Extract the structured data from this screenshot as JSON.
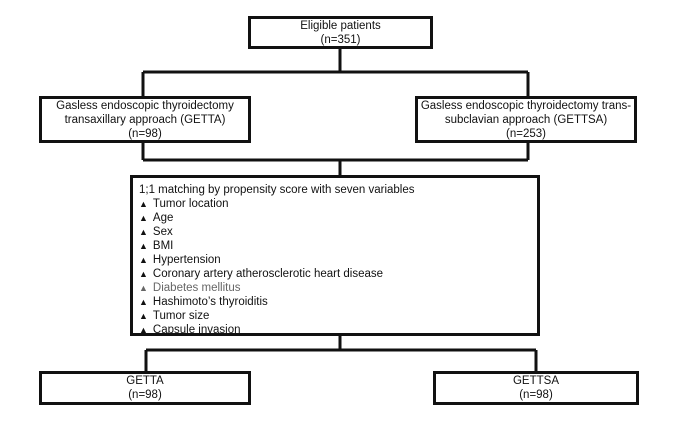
{
  "eligible": {
    "title": "Eligible patients",
    "count": "(n=351)"
  },
  "arms": [
    {
      "line1": "Gasless endoscopic thyroidectomy",
      "line2": "transaxillary approach (GETTA)",
      "count": "(n=98)"
    },
    {
      "line1": "Gasless endoscopic thyroidectomy trans-",
      "line2": "subclavian approach (GETTSA)",
      "count": "(n=253)"
    }
  ],
  "matching": {
    "title": "1;1 matching by propensity score with seven variables",
    "bullet_symbol": "▲",
    "variables": [
      "Tumor location",
      "Age",
      "Sex",
      "BMI",
      "Hypertension",
      "Coronary artery atherosclerotic heart disease",
      "Diabetes mellitus",
      "Hashimoto’s thyroiditis",
      "Tumor size",
      "Capsule invasion"
    ]
  },
  "outcomes": [
    {
      "label": "GETTA",
      "count": "(n=98)"
    },
    {
      "label": "GETTSA",
      "count": "(n=98)"
    }
  ],
  "colors": {
    "line": "#111111",
    "muted_text": "#666666"
  }
}
